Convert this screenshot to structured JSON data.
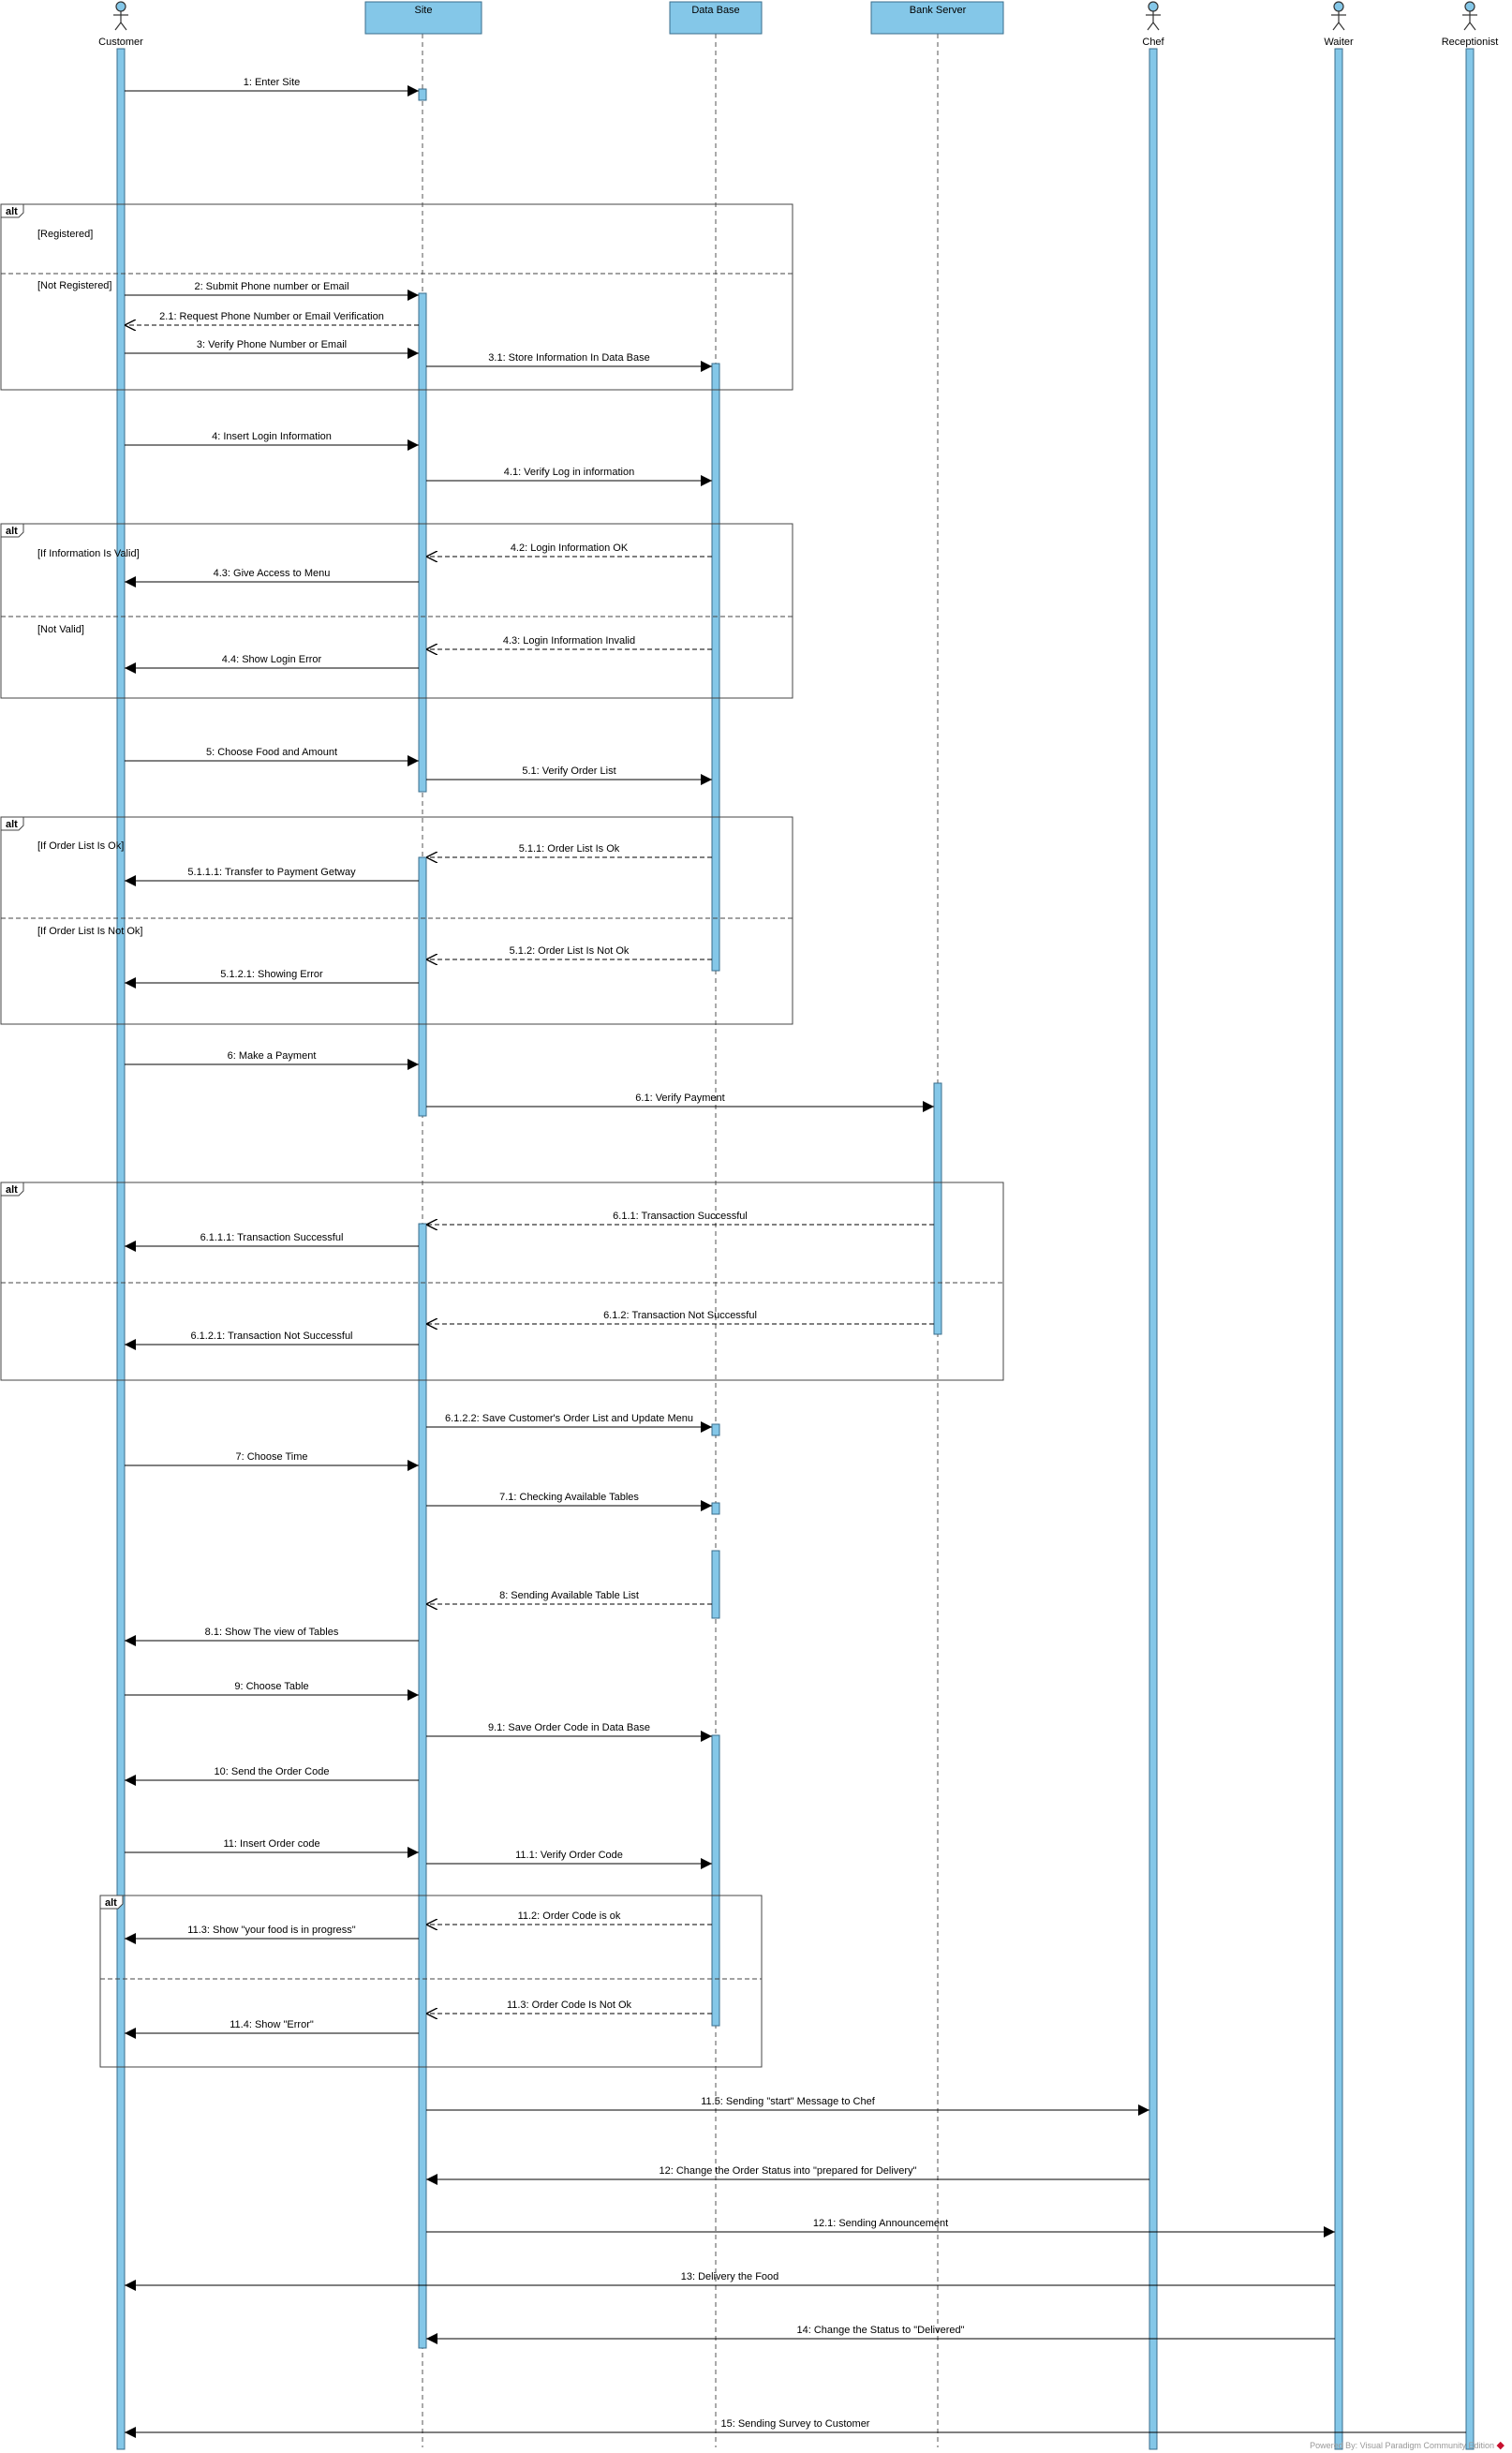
{
  "participants": [
    {
      "id": "customer",
      "name": "Customer",
      "kind": "actor"
    },
    {
      "id": "site",
      "name": "Site",
      "kind": "object"
    },
    {
      "id": "db",
      "name": "Data Base",
      "kind": "object"
    },
    {
      "id": "bank",
      "name": "Bank Server",
      "kind": "object"
    },
    {
      "id": "chef",
      "name": "Chef",
      "kind": "actor"
    },
    {
      "id": "waiter",
      "name": "Waiter",
      "kind": "actor"
    },
    {
      "id": "receptionist",
      "name": "Receptionist",
      "kind": "actor"
    }
  ],
  "fragments": [
    {
      "operator": "alt",
      "guards": [
        "[Registered]",
        "[Not Registered]"
      ]
    },
    {
      "operator": "alt",
      "guards": [
        "[If Information Is Valid]",
        "[Not Valid]"
      ]
    },
    {
      "operator": "alt",
      "guards": [
        "[If Order List Is Ok]",
        "[If Order List Is Not Ok]"
      ]
    },
    {
      "operator": "alt",
      "guards": []
    },
    {
      "operator": "alt",
      "guards": []
    }
  ],
  "messages": [
    {
      "label": "1: Enter Site",
      "from": "customer",
      "to": "site",
      "kind": "sync"
    },
    {
      "label": "2: Submit Phone number or Email",
      "from": "customer",
      "to": "site",
      "kind": "sync"
    },
    {
      "label": "2.1: Request Phone Number or Email Verification",
      "from": "site",
      "to": "customer",
      "kind": "return"
    },
    {
      "label": "3: Verify Phone Number or Email",
      "from": "customer",
      "to": "site",
      "kind": "sync"
    },
    {
      "label": "3.1: Store Information In Data Base",
      "from": "site",
      "to": "db",
      "kind": "sync"
    },
    {
      "label": "4: Insert Login Information",
      "from": "customer",
      "to": "site",
      "kind": "sync"
    },
    {
      "label": "4.1: Verify  Log in information",
      "from": "site",
      "to": "db",
      "kind": "sync"
    },
    {
      "label": "4.2: Login Information OK",
      "from": "db",
      "to": "site",
      "kind": "return"
    },
    {
      "label": "4.3: Give Access to Menu",
      "from": "site",
      "to": "customer",
      "kind": "sync"
    },
    {
      "label": "4.3: Login Information Invalid",
      "from": "db",
      "to": "site",
      "kind": "return"
    },
    {
      "label": "4.4: Show Login Error",
      "from": "site",
      "to": "customer",
      "kind": "sync"
    },
    {
      "label": "5: Choose Food and Amount",
      "from": "customer",
      "to": "site",
      "kind": "sync"
    },
    {
      "label": "5.1: Verify Order List",
      "from": "site",
      "to": "db",
      "kind": "sync"
    },
    {
      "label": "5.1.1: Order List Is Ok",
      "from": "db",
      "to": "site",
      "kind": "return"
    },
    {
      "label": "5.1.1.1: Transfer to Payment Getway",
      "from": "site",
      "to": "customer",
      "kind": "sync"
    },
    {
      "label": "5.1.2: Order List Is Not Ok",
      "from": "db",
      "to": "site",
      "kind": "return"
    },
    {
      "label": "5.1.2.1: Showing Error",
      "from": "site",
      "to": "customer",
      "kind": "sync"
    },
    {
      "label": "6: Make a Payment",
      "from": "customer",
      "to": "site",
      "kind": "sync"
    },
    {
      "label": "6.1: Verify Payment",
      "from": "site",
      "to": "bank",
      "kind": "sync"
    },
    {
      "label": "6.1.1: Transaction Successful",
      "from": "bank",
      "to": "site",
      "kind": "return"
    },
    {
      "label": "6.1.1.1: Transaction Successful",
      "from": "site",
      "to": "customer",
      "kind": "sync"
    },
    {
      "label": "6.1.2: Transaction Not Successful",
      "from": "bank",
      "to": "site",
      "kind": "return"
    },
    {
      "label": "6.1.2.1: Transaction Not Successful",
      "from": "site",
      "to": "customer",
      "kind": "sync"
    },
    {
      "label": "6.1.2.2: Save Customer's Order List and Update Menu",
      "from": "site",
      "to": "db",
      "kind": "sync"
    },
    {
      "label": "7: Choose Time",
      "from": "customer",
      "to": "site",
      "kind": "sync"
    },
    {
      "label": "7.1: Checking Available Tables",
      "from": "site",
      "to": "db",
      "kind": "sync"
    },
    {
      "label": "8: Sending Available Table List",
      "from": "db",
      "to": "site",
      "kind": "return"
    },
    {
      "label": "8.1: Show The view  of  Tables",
      "from": "site",
      "to": "customer",
      "kind": "sync"
    },
    {
      "label": "9: Choose Table",
      "from": "customer",
      "to": "site",
      "kind": "sync"
    },
    {
      "label": "9.1: Save Order Code in Data Base",
      "from": "site",
      "to": "db",
      "kind": "sync"
    },
    {
      "label": "10: Send the Order Code",
      "from": "site",
      "to": "customer",
      "kind": "sync"
    },
    {
      "label": "11: Insert Order code",
      "from": "customer",
      "to": "site",
      "kind": "sync"
    },
    {
      "label": "11.1: Verify Order Code",
      "from": "site",
      "to": "db",
      "kind": "sync"
    },
    {
      "label": "11.2: Order Code is ok",
      "from": "db",
      "to": "site",
      "kind": "return"
    },
    {
      "label": "11.3: Show \"your food is in progress\"",
      "from": "site",
      "to": "customer",
      "kind": "sync"
    },
    {
      "label": "11.3: Order Code Is Not Ok",
      "from": "db",
      "to": "site",
      "kind": "return"
    },
    {
      "label": "11.4: Show \"Error\"",
      "from": "site",
      "to": "customer",
      "kind": "sync"
    },
    {
      "label": "11.5: Sending \"start\" Message to Chef",
      "from": "site",
      "to": "chef",
      "kind": "sync"
    },
    {
      "label": "12: Change the Order Status into \"prepared for Delivery\"",
      "from": "chef",
      "to": "site",
      "kind": "sync"
    },
    {
      "label": "12.1: Sending Announcement",
      "from": "site",
      "to": "waiter",
      "kind": "sync"
    },
    {
      "label": "13: Delivery the Food",
      "from": "waiter",
      "to": "customer",
      "kind": "sync"
    },
    {
      "label": "14: Change the Status to \"Delivered\"",
      "from": "waiter",
      "to": "site",
      "kind": "sync"
    },
    {
      "label": "15: Sending Survey to Customer",
      "from": "receptionist",
      "to": "customer",
      "kind": "sync"
    }
  ],
  "footer": "Powered By: Visual Paradigm Community Edition",
  "colors": {
    "accent": "#84c7e8",
    "border": "#3a6e8c",
    "logo": "#c8102e"
  }
}
